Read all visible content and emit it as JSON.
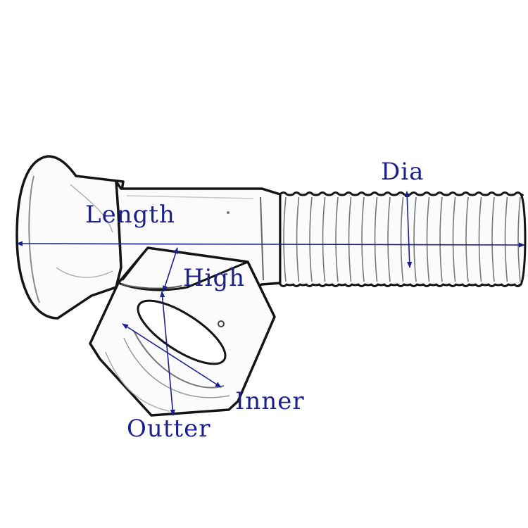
{
  "colors": {
    "annotation": "#1a1f8c",
    "outline": "#141414",
    "shading": "#8a8a8a",
    "background": "#ffffff"
  },
  "labels": {
    "length": "Length",
    "dia": "Dia",
    "high": "High",
    "inner": "Inner",
    "outter": "Outter"
  }
}
